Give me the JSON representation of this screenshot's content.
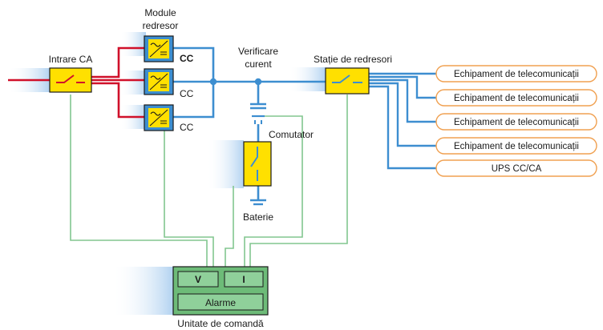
{
  "labels": {
    "ac_input": "Intrare CA",
    "rectifier_modules": [
      "Module",
      "redresor"
    ],
    "dc_outputs": [
      "CC",
      "CC",
      "CC"
    ],
    "current_check": [
      "Verificare",
      "curent"
    ],
    "rectifier_station": "Stație de redresori",
    "switch": "Comutator",
    "battery": "Baterie",
    "control_unit": "Unitate de comandă",
    "control_voltage": "V",
    "control_current": "I",
    "control_alarms": "Alarme"
  },
  "loads": [
    "Echipament de telecomunicații",
    "Echipament de telecomunicații",
    "Echipament de telecomunicații",
    "Echipament de telecomunicații",
    "UPS CC/CA"
  ],
  "colors": {
    "ac_line": "#d0102a",
    "dc_line": "#3d8ed0",
    "control_line": "#82c68f",
    "device_fill": "#ffe000",
    "module_fill": "#3d8ed0",
    "control_fill": "#6dbb78",
    "load_border": "#f0a050"
  }
}
